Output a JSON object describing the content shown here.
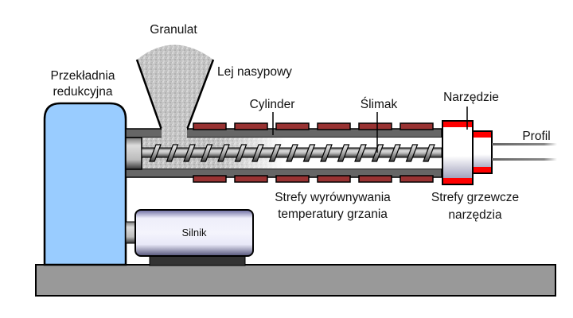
{
  "title": "Extruder schematic",
  "labels": {
    "granulat": "Granulat",
    "lej": "Lej nasypowy",
    "przekladnia_line1": "Przekładnia",
    "przekladnia_line2": "redukcyjna",
    "cylinder": "Cylinder",
    "slimak": "Ślimak",
    "narzedzie": "Narzędzie",
    "profil": "Profil",
    "silnik": "Silnik",
    "strefy_wyr_line1": "Strefy wyrównywania",
    "strefy_wyr_line2": "temperatury grzania",
    "strefy_grz_line1": "Strefy grzewcze",
    "strefy_grz_line2": "narzędzia"
  },
  "colors": {
    "gearbox": "#99ccff",
    "barrel": "#666666",
    "heater_band": "#993333",
    "die_heater": "#ff0000",
    "base": "#999999",
    "motor_base": "#333333",
    "granulate": "#c8c8c8"
  },
  "components": {
    "barrel_heater_bands_per_side": 6,
    "screw_flights": 17
  }
}
